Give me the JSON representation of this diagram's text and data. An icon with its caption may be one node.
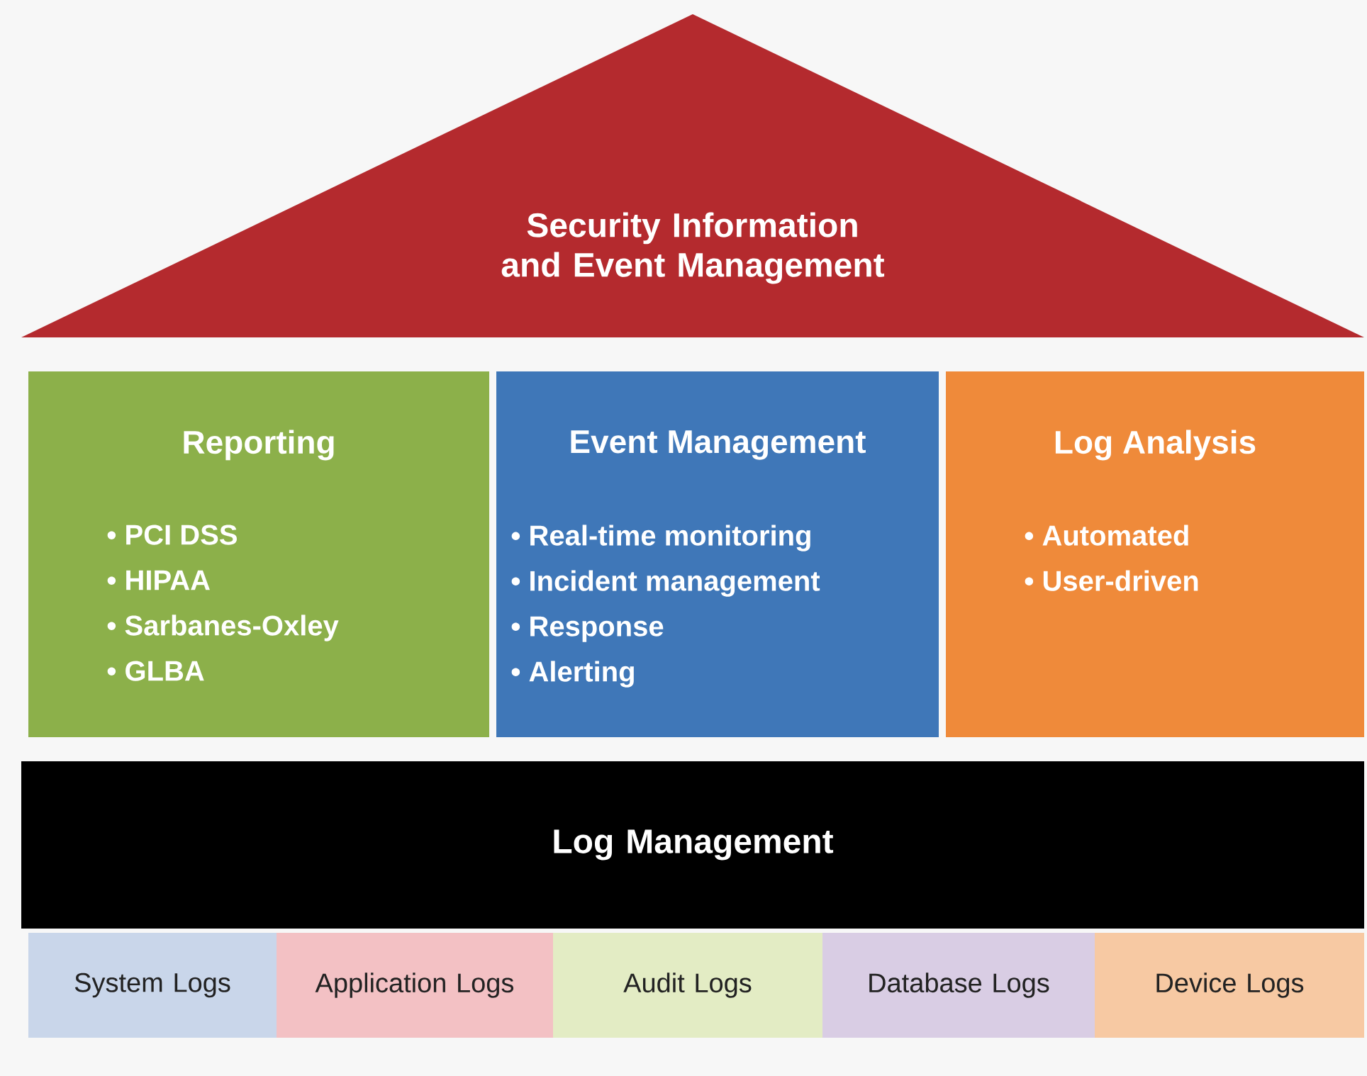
{
  "diagram": {
    "nodes": [
      {
        "text": [
          "Security Information and Event Management"
        ]
      },
      {
        "text": [
          "Reporting",
          "• PCI DSS",
          "• HIPAA",
          "• Sarbanes-Oxley",
          "• GLBA"
        ]
      },
      {
        "text": [
          "Event Management",
          "• Real-time monitoring",
          "• Incident management",
          "• Response",
          "• Alerting"
        ]
      },
      {
        "text": [
          "Log Analysis",
          "• Automated",
          "• User-driven"
        ]
      },
      {
        "text": [
          "Log Management"
        ]
      },
      {
        "text": [
          "System Logs"
        ]
      },
      {
        "text": [
          "Application Logs"
        ]
      },
      {
        "text": [
          "Audit Logs"
        ]
      },
      {
        "text": [
          "Database Logs"
        ]
      },
      {
        "text": [
          "Device Logs"
        ]
      }
    ]
  }
}
